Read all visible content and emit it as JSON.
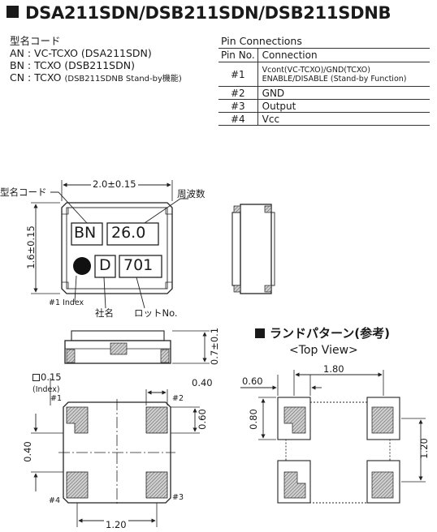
{
  "title": "DSA211SDN/DSB211SDN/DSB211SDNB",
  "codes": {
    "heading": "型名コード",
    "an": "AN : VC-TCXO (DSA211SDN)",
    "bn": "BN : TCXO (DSB211SDN)",
    "cn_prefix": "CN : TCXO",
    "cn_suffix": "(DSB211SDNB Stand-by機能)"
  },
  "pin_connections": {
    "title": "Pin Connections",
    "header_no": "Pin No.",
    "header_conn": "Connection",
    "rows": [
      {
        "no": "#1",
        "line1": "Vcont(VC-TCXO)/GND(TCXO)",
        "line2": "ENABLE/DISABLE (Stand-by Function)"
      },
      {
        "no": "#2",
        "line1": "GND"
      },
      {
        "no": "#3",
        "line1": "Output"
      },
      {
        "no": "#4",
        "line1": "Vcc"
      }
    ]
  },
  "top_drawing": {
    "model_code_label": "型名コード",
    "freq_label": "周波数",
    "width_dim": "2.0±0.15",
    "height_dim": "1.6±0.15",
    "marking_code": "BN",
    "marking_freq": "26.0",
    "marking_maker": "D",
    "marking_lot": "701",
    "index_label": "#1 Index",
    "maker_label": "社名",
    "lot_label": "ロットNo."
  },
  "side_drawing": {
    "thickness_dim": "0.7±0.1"
  },
  "bottom_drawing": {
    "index_dim": "0.15",
    "index_note": "(Index)",
    "pad_width": "0.40",
    "pad_height": "0.60",
    "pad_vert_40": "0.40",
    "pitch": "1.20",
    "pin1": "#1",
    "pin2": "#2",
    "pin3": "#3",
    "pin4": "#4"
  },
  "land_pattern": {
    "title": "ランドパターン(参考)",
    "subtitle": "<Top View>",
    "dim_060": "0.60",
    "dim_180": "1.80",
    "dim_080": "0.80",
    "dim_120": "1.20"
  }
}
